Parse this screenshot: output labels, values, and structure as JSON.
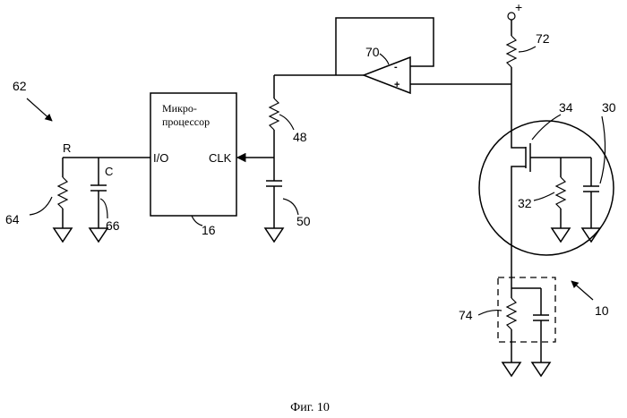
{
  "figure": {
    "caption": "Фиг. 10",
    "reference_numbers": {
      "system": "62",
      "resistor_r": "64",
      "capacitor_c": "66",
      "microprocessor": "16",
      "resistor_48": "48",
      "capacitor_50": "50",
      "op_amp": "70",
      "resistor_72": "72",
      "transistor": "34",
      "circle_device": "30",
      "resistor_32": "32",
      "network_74": "74",
      "sensor": "10"
    },
    "labels": {
      "r": "R",
      "c": "C",
      "io_pin": "I/O",
      "clk_pin": "CLK",
      "mcu_line1": "Микро-",
      "mcu_line2": "процессор",
      "supply_plus": "+",
      "opamp_minus": "-",
      "opamp_plus": "+"
    }
  }
}
